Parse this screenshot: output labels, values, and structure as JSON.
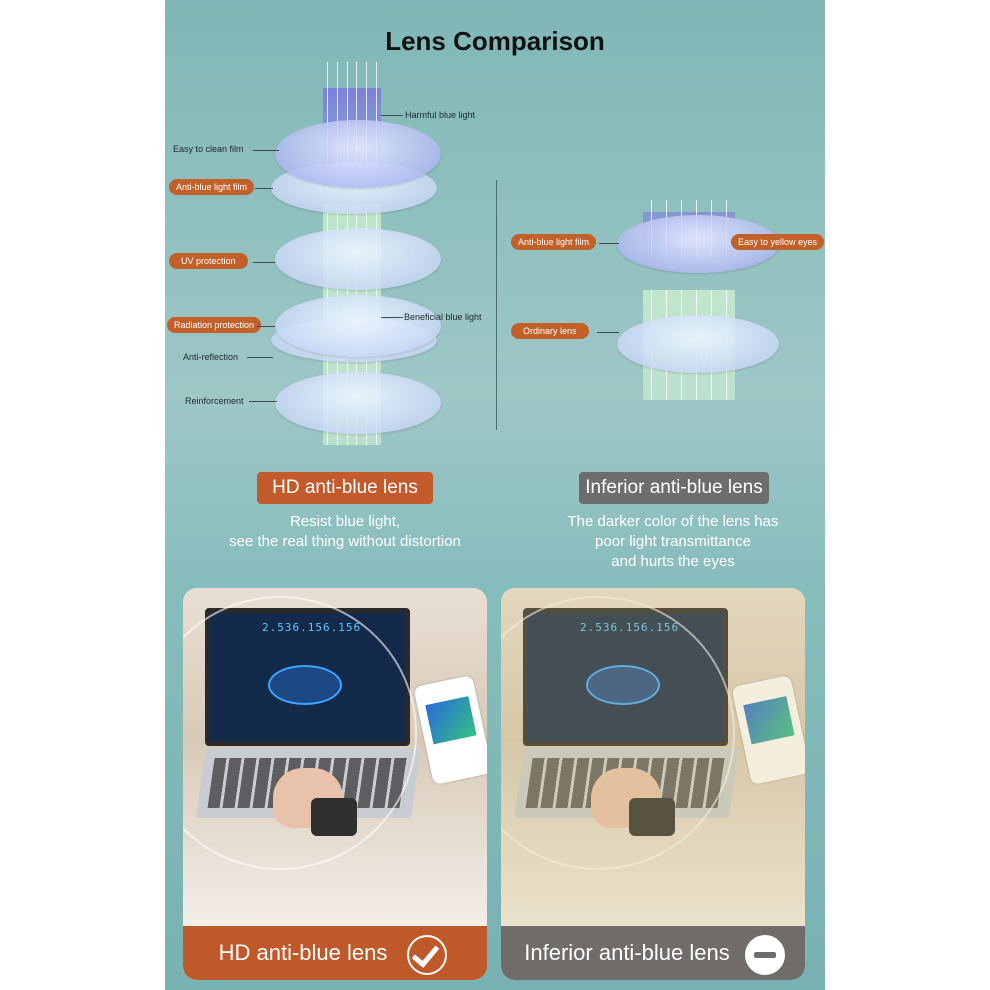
{
  "title": "Lens Comparison",
  "left_diagram": {
    "labels": {
      "harmful": "Harmful blue light",
      "easy_clean": "Easy to clean film",
      "anti_blue_film": "Anti-blue light film",
      "uv": "UV protection",
      "beneficial": "Beneficial blue light",
      "radiation": "Radiation protection",
      "anti_reflection": "Anti-reflection",
      "reinforcement": "Reinforcement"
    },
    "tag": "HD anti-blue lens",
    "desc_line1": "Resist blue light,",
    "desc_line2": "see the real thing without distortion"
  },
  "right_diagram": {
    "labels": {
      "anti_blue_film": "Anti-blue light film",
      "yellow": "Easy to yellow eyes",
      "ordinary": "Ordinary lens"
    },
    "tag": "Inferior anti-blue lens",
    "desc_line1": "The darker color of the lens has",
    "desc_line2": "poor light transmittance",
    "desc_line3": "and hurts the eyes"
  },
  "photos": {
    "screen_number": "2.536.156.156",
    "left_caption": "HD anti-blue lens",
    "right_caption": "Inferior anti-blue lens",
    "left_icon": "check-icon",
    "right_icon": "minus-icon"
  },
  "colors": {
    "accent_orange": "#c25a2c",
    "accent_gray": "#6d6d6d",
    "background_teal": "#8fbfbe"
  }
}
